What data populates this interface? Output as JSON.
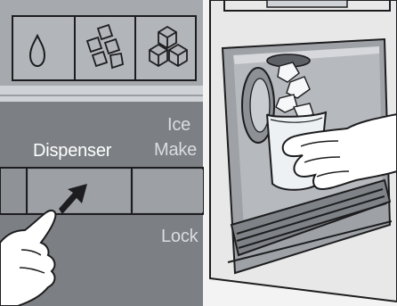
{
  "control_panel": {
    "dispenser_label": "Dispenser",
    "ice_maker_label_line1": "Ice",
    "ice_maker_label_line2": "Make",
    "lock_label": "Lock",
    "selector_icons": [
      "water-drop-icon",
      "crushed-ice-icon",
      "ice-cubes-icon"
    ]
  },
  "colors": {
    "panel_gray": "#9a9ea2",
    "panel_dark": "#777b7f",
    "panel_light": "#c9ccd0",
    "outline": "#1d1d1f",
    "text_white": "#ffffff",
    "appliance_background": "#eeeeee"
  }
}
